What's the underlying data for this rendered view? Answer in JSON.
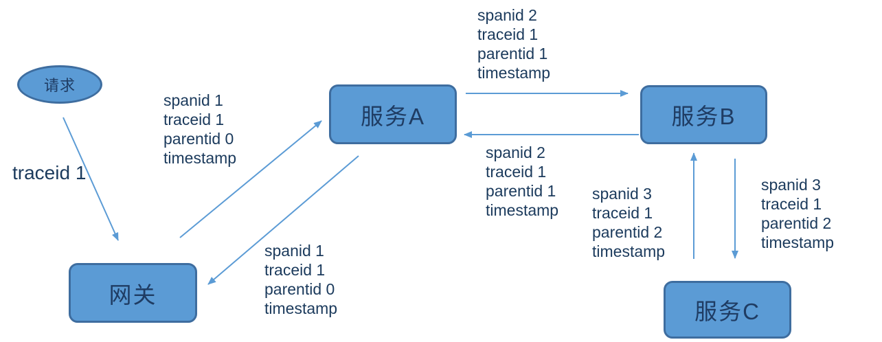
{
  "diagram": {
    "title_semantics": "distributed tracing span propagation diagram",
    "colors": {
      "node_fill": "#5B9BD5",
      "node_border": "#3E6D9F",
      "node_text": "#1F3C63",
      "label_text": "#1B3A5C",
      "arrow": "#5B9BD5"
    },
    "nodes": {
      "request": "请求",
      "gateway": "网关",
      "service_a": "服务A",
      "service_b": "服务B",
      "service_c": "服务C"
    },
    "trace_note": "traceid 1",
    "labels": {
      "gw_to_a": {
        "l1": "spanid 1",
        "l2": "traceid 1",
        "l3": "parentid 0",
        "l4": "timestamp"
      },
      "a_to_gw": {
        "l1": "spanid 1",
        "l2": "traceid 1",
        "l3": "parentid 0",
        "l4": "timestamp"
      },
      "a_to_b": {
        "l1": "spanid 2",
        "l2": "traceid 1",
        "l3": "parentid 1",
        "l4": "timestamp"
      },
      "b_to_a": {
        "l1": "spanid 2",
        "l2": "traceid 1",
        "l3": "parentid 1",
        "l4": "timestamp"
      },
      "c_to_b": {
        "l1": "spanid 3",
        "l2": "traceid 1",
        "l3": "parentid 2",
        "l4": "timestamp"
      },
      "b_to_c": {
        "l1": "spanid 3",
        "l2": "traceid 1",
        "l3": "parentid 2",
        "l4": "timestamp"
      }
    },
    "edges": [
      "request -> gateway",
      "gateway -> service_a",
      "service_a -> gateway",
      "service_a -> service_b",
      "service_b -> service_a",
      "service_c -> service_b",
      "service_b -> service_c"
    ]
  }
}
